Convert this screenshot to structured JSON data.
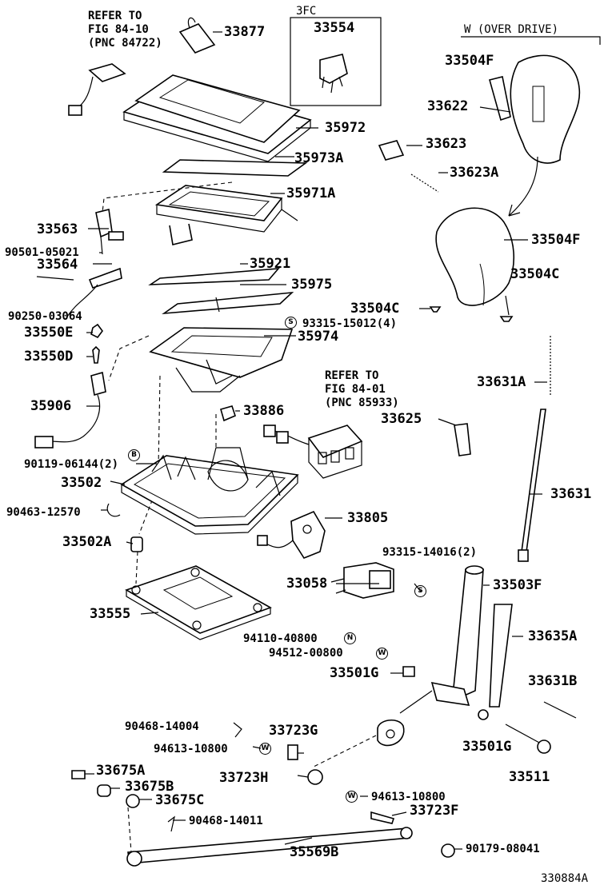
{
  "diagram_id": "330884A",
  "notes": {
    "refer_top": "REFER TO\nFIG 84-10\n(PNC 84722)",
    "refer_mid": "REFER TO\nFIG 84-01\n(PNC 85933)",
    "box_3fc": "3FC",
    "overdrive": "W (OVER DRIVE)"
  },
  "symbols": {
    "s": "S",
    "b": "B",
    "n": "N",
    "w": "W"
  },
  "parts": {
    "p33877": "33877",
    "p33554": "33554",
    "p33504F_top": "33504F",
    "p33622": "33622",
    "p35972": "35972",
    "p33623": "33623",
    "p35973A": "35973A",
    "p33623A": "33623A",
    "p35971A": "35971A",
    "p33563": "33563",
    "p33504F": "33504F",
    "p90501": "90501-05021",
    "p33564": "33564",
    "p35921": "35921",
    "p33504C_r": "33504C",
    "p35975": "35975",
    "p33504C": "33504C",
    "p90250": "90250-03064",
    "p93315_15012": "93315-15012(4)",
    "p33550E": "33550E",
    "p35974": "35974",
    "p33550D": "33550D",
    "p33631A": "33631A",
    "p35906": "35906",
    "p33886": "33886",
    "p33625": "33625",
    "p90119": "90119-06144(2)",
    "p33502": "33502",
    "p33631": "33631",
    "p90463": "90463-12570",
    "p33805": "33805",
    "p33502A": "33502A",
    "p93315_14016": "93315-14016(2)",
    "p33058": "33058",
    "p33503F": "33503F",
    "p33555": "33555",
    "p33635A": "33635A",
    "p94110": "94110-40800",
    "p94512": "94512-00800",
    "p33501G_l": "33501G",
    "p33631B": "33631B",
    "p90468_14004": "90468-14004",
    "p33723G": "33723G",
    "p94613_a": "94613-10800",
    "p33501G_r": "33501G",
    "p33675A": "33675A",
    "p33723H": "33723H",
    "p33511": "33511",
    "p33675B": "33675B",
    "p94613_b": "94613-10800",
    "p33675C": "33675C",
    "p33723F": "33723F",
    "p90468_14011": "90468-14011",
    "p35569B": "35569B",
    "p90179": "90179-08041"
  }
}
